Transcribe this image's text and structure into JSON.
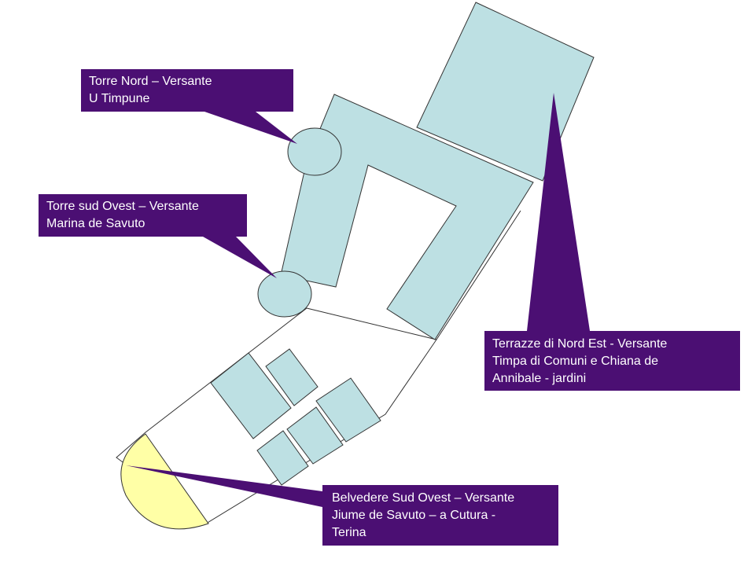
{
  "colors": {
    "building_fill": "#bde0e3",
    "outline": "#333333",
    "belvedere_fill": "#ffffa6",
    "callout_fill": "#4b0f73",
    "callout_text": "#ffffff",
    "background": "#ffffff"
  },
  "callouts": {
    "torre_nord": {
      "text": "Torre Nord – Versante\nU Timpune"
    },
    "torre_sud_ovest": {
      "text": "Torre sud Ovest – Versante\nMarina de Savuto"
    },
    "terrazze": {
      "text": "Terrazze di Nord Est - Versante\nTimpa di Comuni e Chiana de\nAnnibale - jardini"
    },
    "belvedere": {
      "text": "Belvedere Sud Ovest – Versante\nJiume de Savuto – a Cutura -\nTerina"
    }
  }
}
